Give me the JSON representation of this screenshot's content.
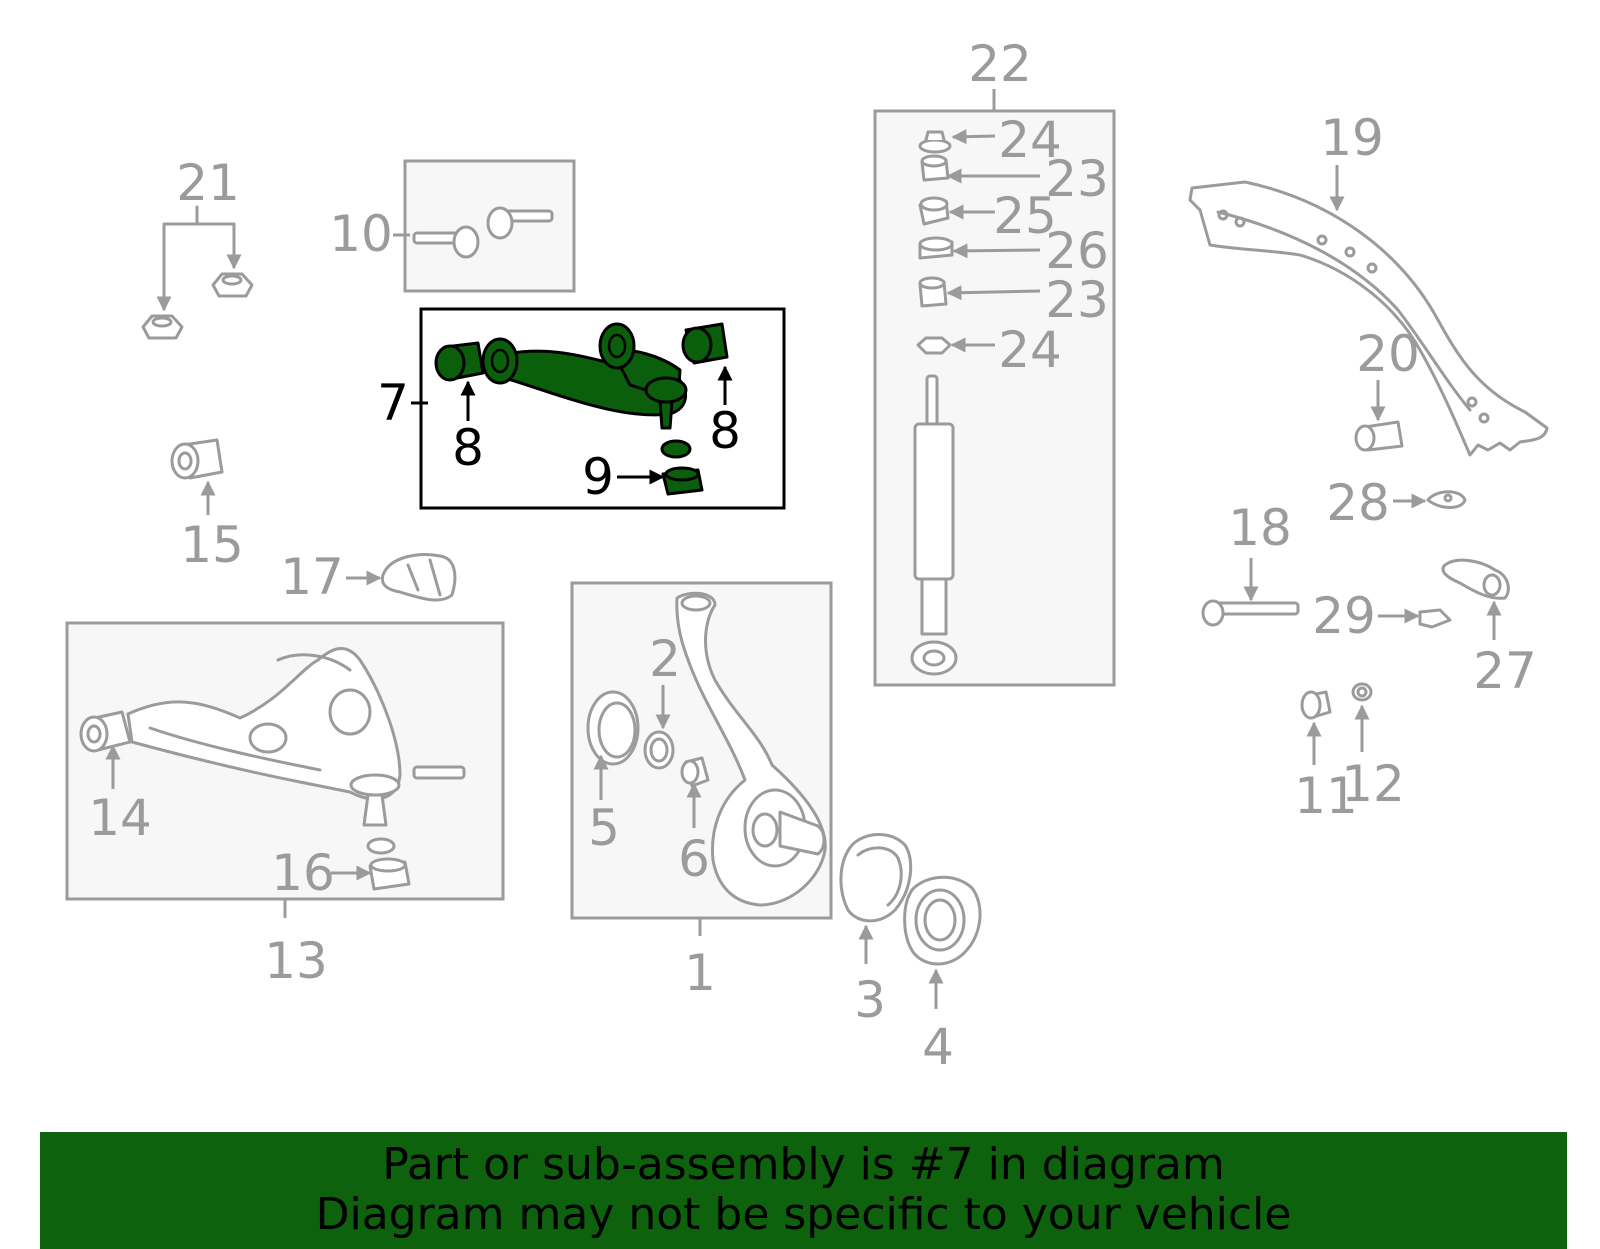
{
  "diagram": {
    "highlighted_part": "7",
    "labels": {
      "p1": "1",
      "p2": "2",
      "p3": "3",
      "p4": "4",
      "p5": "5",
      "p6": "6",
      "p7": "7",
      "p8a": "8",
      "p8b": "8",
      "p9": "9",
      "p10": "10",
      "p11": "11",
      "p12": "12",
      "p13": "13",
      "p14": "14",
      "p15": "15",
      "p16": "16",
      "p17": "17",
      "p18": "18",
      "p19": "19",
      "p20": "20",
      "p21": "21",
      "p22": "22",
      "p23a": "23",
      "p23b": "23",
      "p24a": "24",
      "p24b": "24",
      "p25": "25",
      "p26": "26",
      "p27": "27",
      "p28": "28",
      "p29": "29"
    },
    "colors": {
      "highlight_fill": "#0b5e0b",
      "line_gray": "#9b9b9b",
      "banner_bg": "#0e620e"
    }
  },
  "banner": {
    "line1": "Part or sub-assembly is #7 in diagram",
    "line2": "Diagram may not be specific to your vehicle"
  }
}
